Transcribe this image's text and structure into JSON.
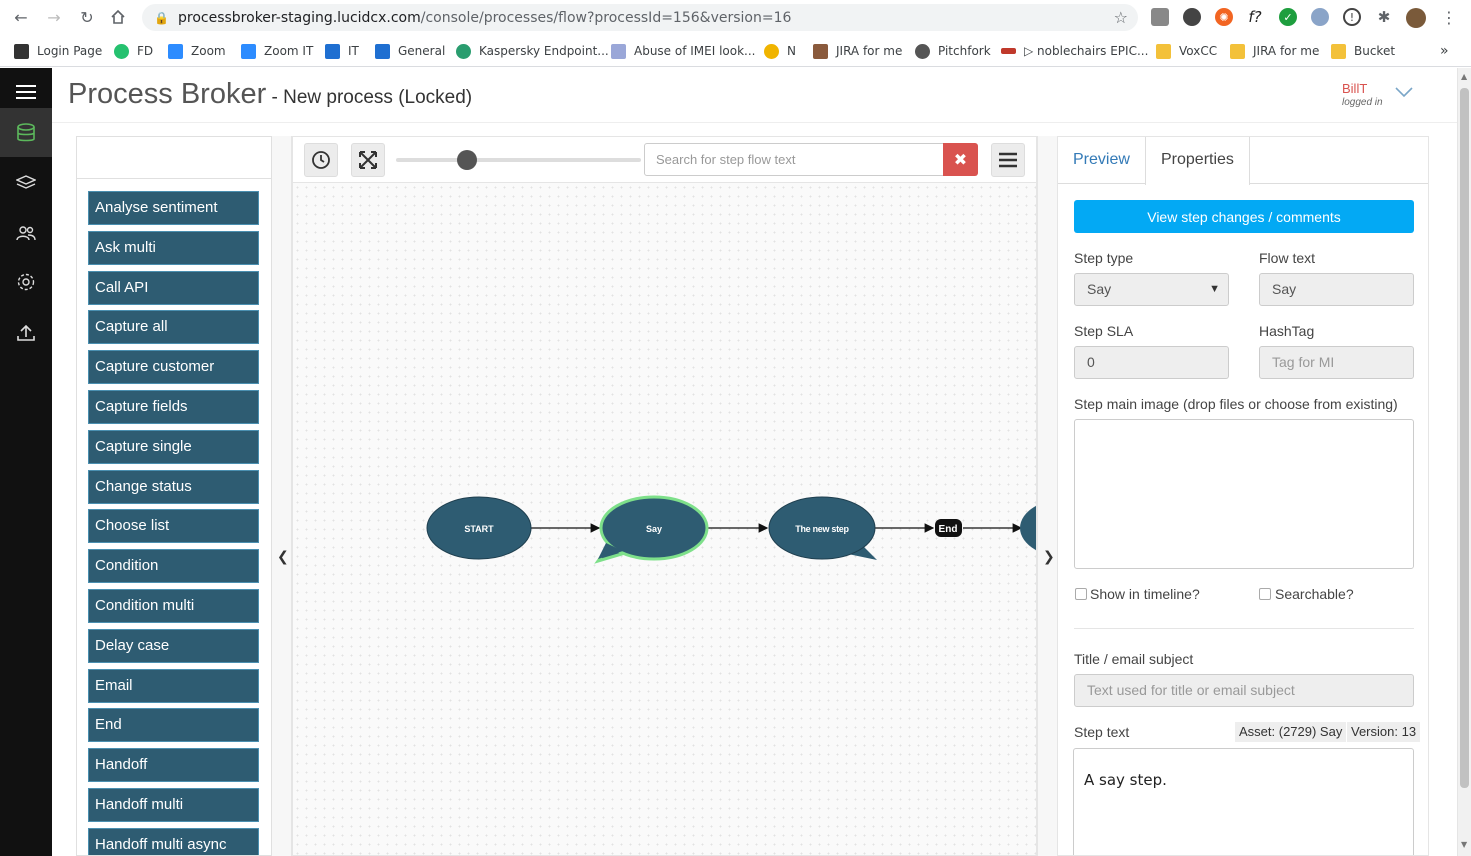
{
  "browser": {
    "url_host": "processbroker-staging.lucidcx.com",
    "url_path": "/console/processes/flow?processId=156&version=16",
    "bookmarks": [
      {
        "label": "Login Page",
        "color": "#333"
      },
      {
        "label": "FD",
        "color": "#25c16f"
      },
      {
        "label": "Zoom",
        "color": "#2d8cff"
      },
      {
        "label": "Zoom IT",
        "color": "#2d8cff"
      },
      {
        "label": "IT",
        "color": "#1f6fd1"
      },
      {
        "label": "General",
        "color": "#1f6fd1"
      },
      {
        "label": "Kaspersky Endpoint...",
        "color": "#2a9d6f"
      },
      {
        "label": "Abuse of IMEI look...",
        "color": "#9aa7d8"
      },
      {
        "label": "N",
        "color": "#f0b400"
      },
      {
        "label": "JIRA for me",
        "color": "#8a5a3c"
      },
      {
        "label": "Pitchfork",
        "color": "#555"
      },
      {
        "label": "▷ noblechairs EPIC...",
        "color": "#c0392b"
      },
      {
        "label": "VoxCC",
        "color": "#f3c13a"
      },
      {
        "label": "JIRA for me",
        "color": "#f3c13a"
      },
      {
        "label": "Bucket",
        "color": "#f3c13a"
      }
    ]
  },
  "header": {
    "title": "Process Broker",
    "subtitle": " - New process (Locked)",
    "user_name": "BillT",
    "user_status": "logged in"
  },
  "palette": {
    "items": [
      "Analyse sentiment",
      "Ask multi",
      "Call API",
      "Capture all",
      "Capture customer",
      "Capture fields",
      "Capture single",
      "Change status",
      "Choose list",
      "Condition",
      "Condition multi",
      "Delay case",
      "Email",
      "End",
      "Handoff",
      "Handoff multi",
      "Handoff multi async"
    ]
  },
  "canvas": {
    "search_placeholder": "Search for step flow text",
    "nodes": {
      "start": "START",
      "say": "Say",
      "new_step": "The new step",
      "end": "End"
    }
  },
  "properties": {
    "tab_preview": "Preview",
    "tab_properties": "Properties",
    "view_changes_button": "View step changes / comments",
    "step_type_label": "Step type",
    "step_type_value": "Say",
    "flow_text_label": "Flow text",
    "flow_text_value": "Say",
    "step_sla_label": "Step SLA",
    "step_sla_value": "0",
    "hashtag_label": "HashTag",
    "hashtag_placeholder": "Tag for MI",
    "main_image_label": "Step main image (drop files or choose from existing)",
    "show_in_timeline_label": "Show in timeline?",
    "searchable_label": "Searchable?",
    "title_label": "Title / email subject",
    "title_placeholder": "Text used for title or email subject",
    "step_text_label": "Step text",
    "asset_badge": "Asset: (2729) Say",
    "version_badge": "Version: 13",
    "step_text_value": "A say step."
  },
  "colors": {
    "palette_item_bg": "#2e5c72",
    "node_fill": "#2e5c72",
    "selected_outline": "#7ee08a",
    "accent_blue": "#03a9f4",
    "danger": "#d9534f"
  }
}
